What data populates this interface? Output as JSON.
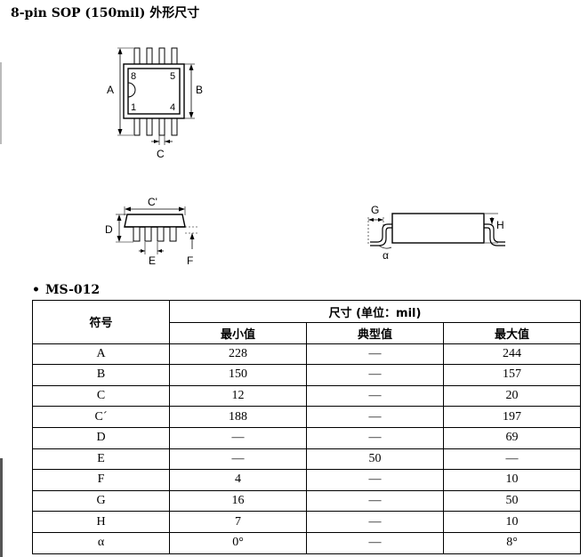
{
  "title": "8-pin SOP (150mil) 外形尺寸",
  "drawing": {
    "top_labels": {
      "A": "A",
      "B": "B",
      "C": "C"
    },
    "pin_numbers": {
      "p8": "8",
      "p5": "5",
      "p1": "1",
      "p4": "4"
    },
    "side_labels": {
      "Cp": "C'",
      "D": "D",
      "E": "E",
      "F": "F"
    },
    "end_labels": {
      "G": "G",
      "H": "H",
      "alpha": "α"
    }
  },
  "package_name": "MS-012",
  "table": {
    "symbol_header": "符号",
    "dims_header": "尺寸 (单位：mil)",
    "col_headers": [
      "最小值",
      "典型值",
      "最大值"
    ],
    "rows": [
      {
        "symbol": "A",
        "min": "228",
        "typ": "—",
        "max": "244"
      },
      {
        "symbol": "B",
        "min": "150",
        "typ": "—",
        "max": "157"
      },
      {
        "symbol": "C",
        "min": "12",
        "typ": "—",
        "max": "20"
      },
      {
        "symbol": "C´",
        "min": "188",
        "typ": "—",
        "max": "197"
      },
      {
        "symbol": "D",
        "min": "—",
        "typ": "—",
        "max": "69"
      },
      {
        "symbol": "E",
        "min": "—",
        "typ": "50",
        "max": "—"
      },
      {
        "symbol": "F",
        "min": "4",
        "typ": "—",
        "max": "10"
      },
      {
        "symbol": "G",
        "min": "16",
        "typ": "—",
        "max": "50"
      },
      {
        "symbol": "H",
        "min": "7",
        "typ": "—",
        "max": "10"
      },
      {
        "symbol": "α",
        "min": "0°",
        "typ": "—",
        "max": "8°"
      }
    ]
  }
}
